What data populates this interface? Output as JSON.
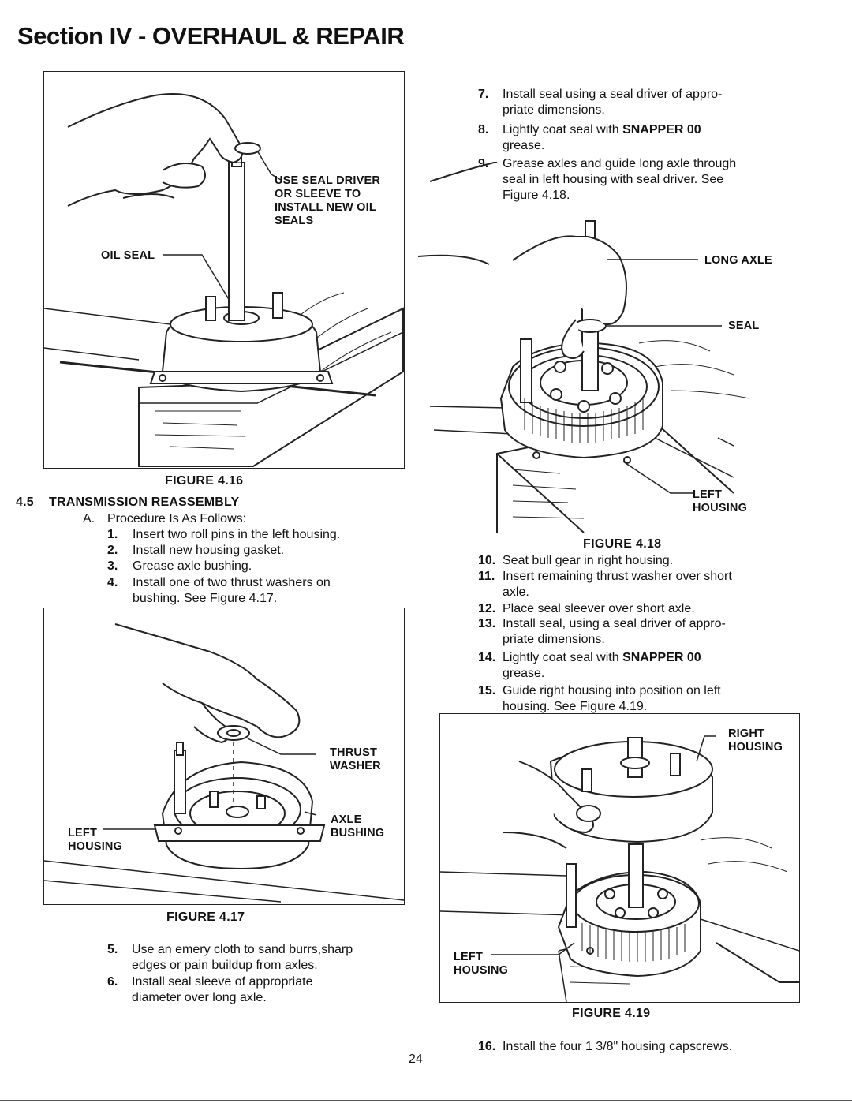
{
  "page": {
    "title": "Section IV - OVERHAUL & REPAIR",
    "page_number": "24"
  },
  "figure_4_16": {
    "caption": "FIGURE 4.16",
    "callouts": {
      "seal_driver": "USE SEAL DRIVER\nOR SLEEVE TO\nINSTALL NEW OIL\nSEALS",
      "oil_seal": "OIL SEAL"
    }
  },
  "section_4_5": {
    "number": "4.5",
    "heading": "TRANSMISSION REASSEMBLY",
    "sub_letter": "A.",
    "sub_text": "Procedure Is As Follows:",
    "steps_a": [
      {
        "num": "1.",
        "text": "Insert two roll pins in the left housing."
      },
      {
        "num": "2.",
        "text": "Install new housing gasket."
      },
      {
        "num": "3.",
        "text": "Grease axle bushing."
      },
      {
        "num": "4.",
        "text": "Install one of two thrust washers on",
        "text2": "bushing.  See Figure 4.17."
      }
    ]
  },
  "figure_4_17": {
    "caption": "FIGURE 4.17",
    "callouts": {
      "thrust_washer": "THRUST\nWASHER",
      "axle_bushing": "AXLE\nBUSHING",
      "left_housing": "LEFT\nHOUSING"
    }
  },
  "steps_5_6": [
    {
      "num": "5.",
      "text": "Use an emery cloth to sand burrs,sharp",
      "text2": "edges or pain buildup from axles."
    },
    {
      "num": "6.",
      "text": "Install seal sleeve of appropriate",
      "text2": "diameter over long axle."
    }
  ],
  "steps_7_9": [
    {
      "num": "7.",
      "text": "Install seal using a seal driver of appro-",
      "text2": "priate dimensions."
    },
    {
      "num": "8.",
      "text_pre": "Lightly coat seal with ",
      "text_bold": "SNAPPER 00",
      "text2": "grease."
    },
    {
      "num": "9.",
      "text": "Grease axles and guide long axle through",
      "text2": "seal in left housing with seal driver.  See",
      "text3": "Figure 4.18."
    }
  ],
  "figure_4_18": {
    "caption": "FIGURE 4.18",
    "callouts": {
      "long_axle": "LONG AXLE",
      "seal": "SEAL",
      "left_housing": "LEFT\nHOUSING"
    }
  },
  "steps_10_15": [
    {
      "num": "10.",
      "text": "Seat bull gear in right housing."
    },
    {
      "num": "11.",
      "text": "Insert remaining thrust washer over short",
      "text2": "axle."
    },
    {
      "num": "12.",
      "text": "Place seal sleever over short axle."
    },
    {
      "num": "13.",
      "text": "Install seal, using a seal driver of appro-",
      "text2": "priate dimensions."
    },
    {
      "num": "14.",
      "text_pre": "Lightly coat seal with ",
      "text_bold": "SNAPPER 00",
      "text2": "grease."
    },
    {
      "num": "15.",
      "text": "Guide right housing into position on left",
      "text2": "housing.  See Figure 4.19."
    }
  ],
  "figure_4_19": {
    "caption": "FIGURE 4.19",
    "callouts": {
      "right_housing": "RIGHT\nHOUSING",
      "left_housing": "LEFT\nHOUSING"
    }
  },
  "step_16": {
    "num": "16.",
    "text": "Install the four 1 3/8\" housing capscrews."
  }
}
